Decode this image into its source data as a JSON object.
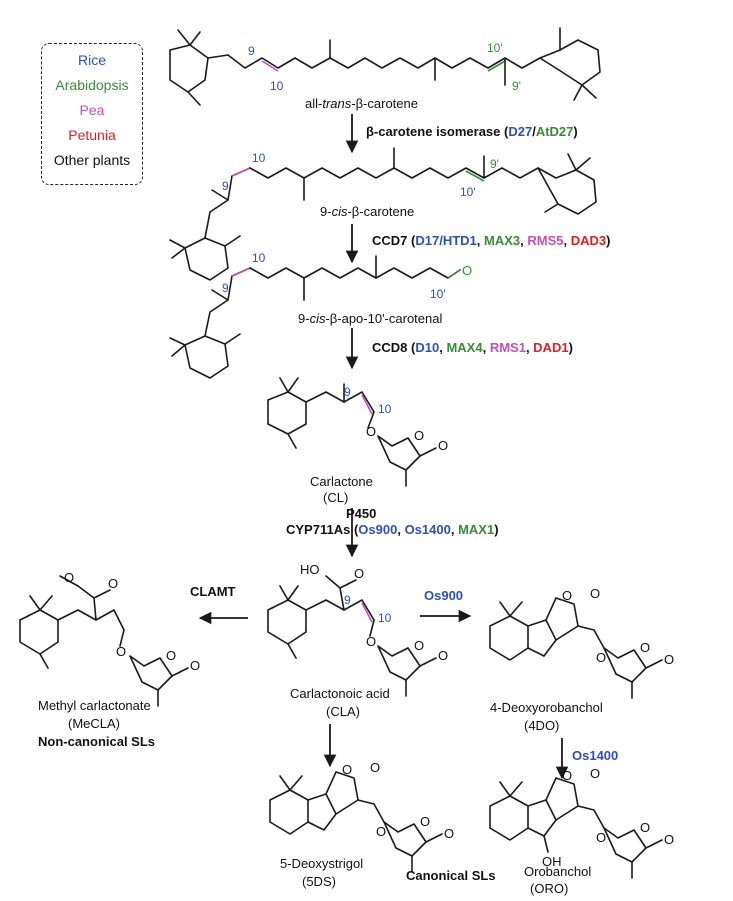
{
  "legend": {
    "items": [
      {
        "label": "Rice",
        "color": "#2f4fb3"
      },
      {
        "label": "Arabidopsis",
        "color": "#3a8a3a"
      },
      {
        "label": "Pea",
        "color": "#c44fb8"
      },
      {
        "label": "Petunia",
        "color": "#e02020"
      },
      {
        "label": "Other plants",
        "color": "#111111"
      }
    ]
  },
  "compounds": {
    "all_trans_prefix": "all-",
    "all_trans_italic": "trans",
    "all_trans_suffix": "-β-carotene",
    "nine_cis_prefix": "9-",
    "nine_cis_italic": "cis",
    "nine_cis_suffix": "-β-carotene",
    "apo_prefix": "9-",
    "apo_italic": "cis",
    "apo_suffix": "-β-apo-10'-carotenal",
    "cl_name": "Carlactone",
    "cl_abbr": "(CL)",
    "cla_name": "Carlactonoic acid",
    "cla_abbr": "(CLA)",
    "mecla_name": "Methyl carlactonate",
    "mecla_abbr": "(MeCLA)",
    "ds_name": "5-Deoxystrigol",
    "ds_abbr": "(5DS)",
    "do_name": "4-Deoxyorobanchol",
    "do_abbr": "(4DO)",
    "oro_name": "Orobanchol",
    "oro_abbr": "(ORO)"
  },
  "groups": {
    "non_canonical": "Non-canonical SLs",
    "canonical": "Canonical SLs"
  },
  "enzymes": {
    "isomerase": {
      "name": "β-carotene isomerase",
      "open": " (",
      "rice": "D27",
      "sep1": "/",
      "arab": "AtD27",
      "close": ")"
    },
    "ccd7": {
      "name": "CCD7",
      "open": " (",
      "rice": "D17/HTD1",
      "sep1": ", ",
      "arab": "MAX3",
      "sep2": ", ",
      "pea": "RMS5",
      "sep3": ", ",
      "pet": "DAD3",
      "close": ")"
    },
    "ccd8": {
      "name": "CCD8",
      "open": " (",
      "rice": "D10",
      "sep1": ", ",
      "arab": "MAX4",
      "sep2": ", ",
      "pea": "RMS1",
      "sep3": ", ",
      "pet": "DAD1",
      "close": ")"
    },
    "p450": "P450",
    "cyp": {
      "name": "CYP711As",
      "open": " (",
      "rice1": "Os900",
      "sep1": ", ",
      "rice2": "Os1400",
      "sep2": ", ",
      "arab": "MAX1",
      "close": ")"
    },
    "clamt": "CLAMT",
    "os900": "Os900",
    "os1400": "Os1400"
  },
  "atoms": {
    "O": "O",
    "HO": "HO",
    "OH": "OH"
  },
  "numbers": {
    "n9": "9",
    "n10": "10",
    "n9p": "9'",
    "n10p": "10'"
  }
}
